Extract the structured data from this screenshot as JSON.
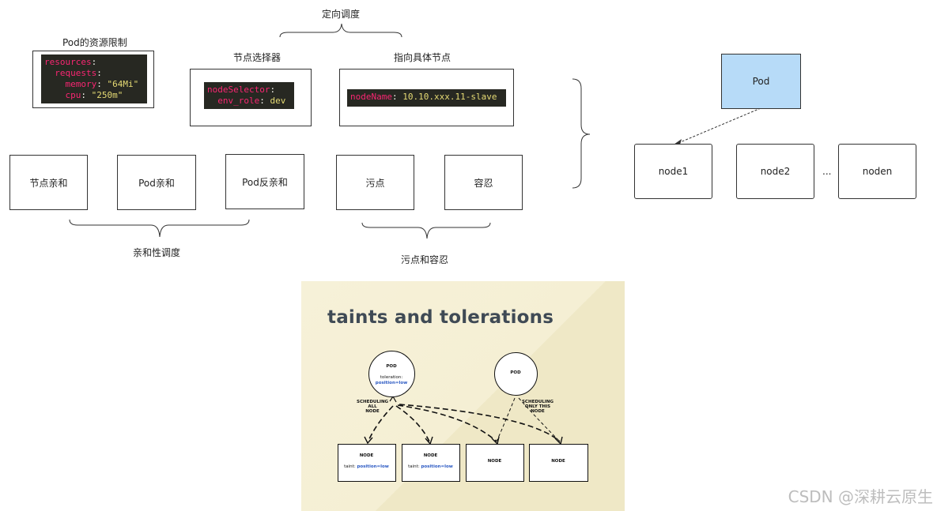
{
  "top": {
    "directed_scheduling_label": "定向调度",
    "resource_limit_label": "Pod的资源限制",
    "node_selector_label": "节点选择器",
    "specific_node_label": "指向具体节点",
    "resource_code": {
      "l1_key": "resources",
      "l2_key": "requests",
      "l3_key": "memory",
      "l3_val": "\"64Mi\"",
      "l4_key": "cpu",
      "l4_val": "\"250m\""
    },
    "selector_code": {
      "l1_key": "nodeSelector",
      "l2_key": "env_role",
      "l2_val": "dev"
    },
    "nodename_code": {
      "key": "nodeName",
      "val": "10.10.xxx.11-slave"
    }
  },
  "middle": {
    "boxes": [
      "节点亲和",
      "Pod亲和",
      "Pod反亲和",
      "污点",
      "容忍"
    ],
    "affinity_label": "亲和性调度",
    "taint_label": "污点和容忍"
  },
  "right": {
    "pod_label": "Pod",
    "nodes": [
      "node1",
      "node2",
      "noden"
    ],
    "ellipsis": "...",
    "pod_color": "#b7dbf8"
  },
  "panel": {
    "title": "taints and tolerations",
    "pod1": {
      "label": "POD",
      "toleration_label": "toleration:",
      "toleration_value": "position=low"
    },
    "pod2": {
      "label": "POD"
    },
    "note1": "SCHEDULING\nALL\nNODE",
    "note2": "SCHEDULING\nONLY THIS\nNODE",
    "nodes": [
      {
        "label": "NODE",
        "taint_label": "taint:",
        "taint_value": "position=low"
      },
      {
        "label": "NODE",
        "taint_label": "taint:",
        "taint_value": "position=low"
      },
      {
        "label": "NODE"
      },
      {
        "label": "NODE"
      }
    ]
  },
  "watermark": "CSDN @深耕云原生"
}
